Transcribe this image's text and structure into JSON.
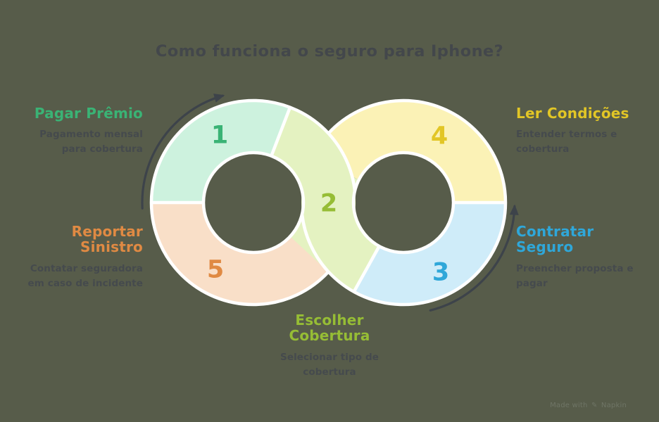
{
  "title": {
    "text": "Como funciona o seguro para Iphone?",
    "color": "#43474b"
  },
  "background": "#575c4a",
  "outline_color": "#ffffff",
  "arrow_color": "#3d434a",
  "description_color": "#454a4d",
  "steps": [
    {
      "num": "1",
      "title": "Pagar Prêmio",
      "description": "Pagamento mensal para cobertura",
      "color": "#3ab375",
      "fill": "#cdf2de"
    },
    {
      "num": "2",
      "title": "Escolher Cobertura",
      "description": "Selecionar tipo de cobertura",
      "color": "#96bd35",
      "fill": "#e4f2c1"
    },
    {
      "num": "3",
      "title": "Contratar Seguro",
      "description": "Preencher proposta e pagar",
      "color": "#2fa7d9",
      "fill": "#cfecf9"
    },
    {
      "num": "4",
      "title": "Ler Condições",
      "description": "Entender termos e cobertura",
      "color": "#e2c626",
      "fill": "#fbf2b6"
    },
    {
      "num": "5",
      "title": "Reportar Sinistro",
      "description": "Contatar seguradora em caso de incidente",
      "color": "#e08a43",
      "fill": "#f9dfc8"
    }
  ],
  "credit": {
    "text_prefix": "Made with",
    "brand": "Napkin",
    "icon": "pen-icon",
    "color": "#6f7566"
  }
}
